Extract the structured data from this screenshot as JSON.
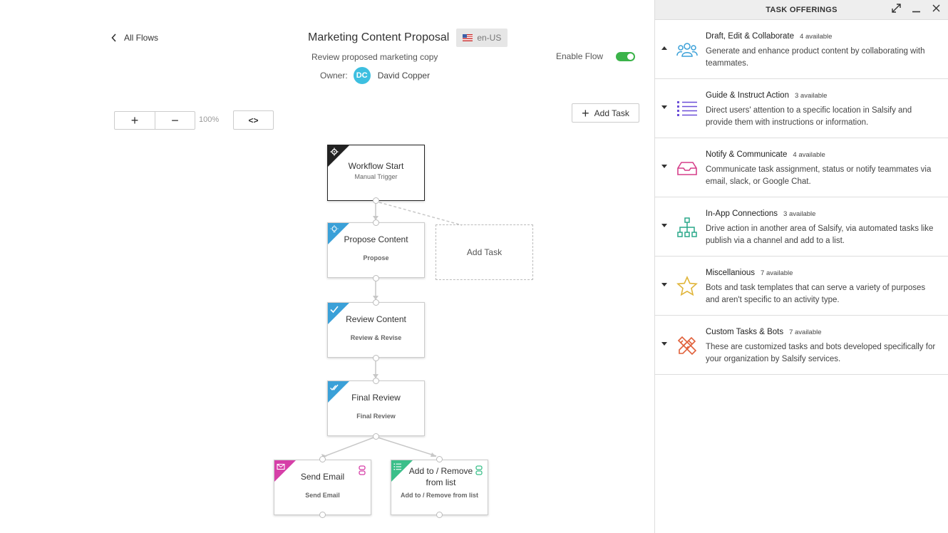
{
  "header": {
    "back_label": "All Flows",
    "flow_title": "Marketing Content Proposal",
    "locale": "en-US",
    "subtitle": "Review proposed marketing copy",
    "owner_label": "Owner:",
    "owner_initials": "DC",
    "owner_name": "David Copper",
    "enable_label": "Enable Flow",
    "enabled": true
  },
  "toolbar": {
    "zoom_in": "+",
    "zoom_out": "−",
    "zoom_level": "100%",
    "code_toggle": "<>",
    "add_task": "Add Task"
  },
  "canvas": {
    "ghost_add_task": "Add Task",
    "nodes": [
      {
        "title": "Workflow Start",
        "subtitle": "Manual Trigger"
      },
      {
        "title": "Propose Content",
        "subtitle": "Propose"
      },
      {
        "title": "Review Content",
        "subtitle": "Review & Revise"
      },
      {
        "title": "Final Review",
        "subtitle": "Final Review"
      },
      {
        "title": "Send Email",
        "subtitle": "Send Email"
      },
      {
        "title": "Add to / Remove from list",
        "subtitle": "Add to / Remove from list"
      }
    ]
  },
  "panel": {
    "title": "TASK OFFERINGS",
    "offerings": [
      {
        "name": "Draft, Edit & Collaborate",
        "count": "4 available",
        "desc": "Generate and enhance product content by collaborating with teammates.",
        "icon": "people-icon",
        "expanded": true
      },
      {
        "name": "Guide & Instruct Action",
        "count": "3 available",
        "desc": "Direct users' attention to a specific location in Salsify and provide them with instructions or information.",
        "icon": "list-icon",
        "expanded": false
      },
      {
        "name": "Notify & Communicate",
        "count": "4 available",
        "desc": "Communicate task assignment, status or notify teammates via email, slack, or Google Chat.",
        "icon": "inbox-icon",
        "expanded": false
      },
      {
        "name": "In-App Connections",
        "count": "3 available",
        "desc": "Drive action in another area of Salsify, via automated tasks like publish via a channel and add to a list.",
        "icon": "hierarchy-icon",
        "expanded": false
      },
      {
        "name": "Miscellanious",
        "count": "7 available",
        "desc": "Bots and task templates that can serve a variety of purposes and aren't specific to an activity type.",
        "icon": "star-icon",
        "expanded": false
      },
      {
        "name": "Custom Tasks & Bots",
        "count": "7 available",
        "desc": "These are customized tasks and bots developed specifically for your organization by Salsify services.",
        "icon": "tools-icon",
        "expanded": false
      }
    ]
  },
  "colors": {
    "start": "#222222",
    "blue": "#3aa0d8",
    "magenta": "#d63fa8",
    "green": "#3bbf8a",
    "toggle": "#3bb34a",
    "people_icon": "#3aa0d8",
    "list_icon": "#6b4ed8",
    "inbox_icon": "#d63f8a",
    "hierarchy_icon": "#2aa88a",
    "star_icon": "#e0b53a",
    "tools_icon": "#e0603a"
  }
}
